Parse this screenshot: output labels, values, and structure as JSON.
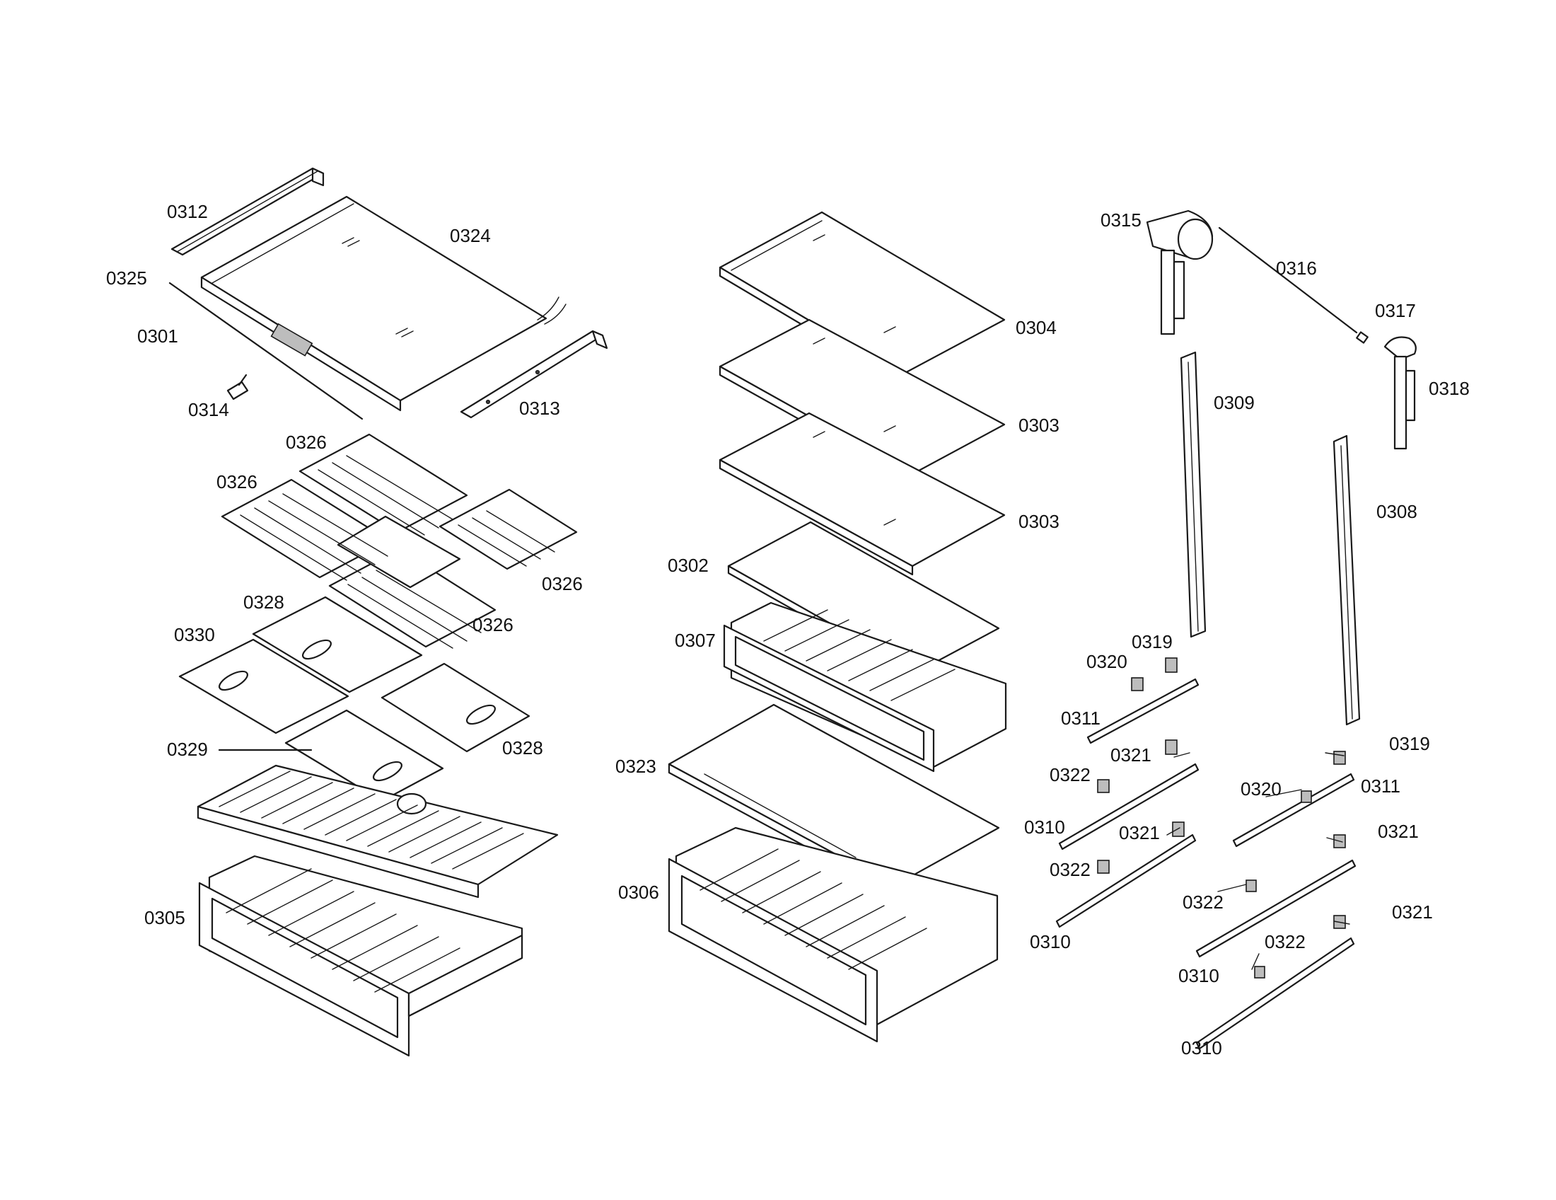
{
  "diagram": {
    "type": "exploded parts diagram",
    "part_labels": [
      "0312",
      "0324",
      "0325",
      "0301",
      "0314",
      "0313",
      "0326",
      "0326",
      "0326",
      "0326",
      "0328",
      "0330",
      "0328",
      "0329",
      "0305",
      "0304",
      "0303",
      "0303",
      "0302",
      "0307",
      "0323",
      "0306",
      "0315",
      "0316",
      "0317",
      "0318",
      "0309",
      "0308",
      "0319",
      "0320",
      "0311",
      "0321",
      "0322",
      "0310",
      "0321",
      "0322",
      "0310",
      "0319",
      "0320",
      "0311",
      "0321",
      "0322",
      "0310",
      "0321",
      "0322",
      "0310"
    ]
  }
}
